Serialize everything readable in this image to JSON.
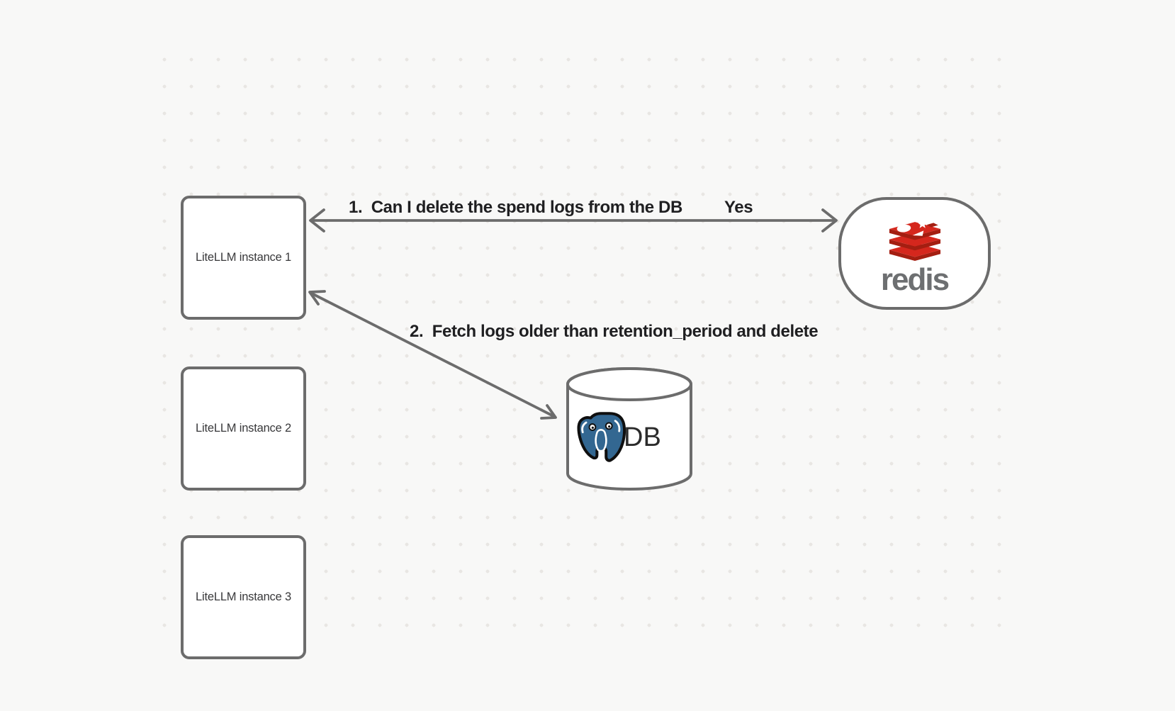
{
  "diagram": {
    "instances": [
      {
        "label": "LiteLLM instance 1"
      },
      {
        "label": "LiteLLM instance 2"
      },
      {
        "label": "LiteLLM instance 3"
      }
    ],
    "redis_label": "redis",
    "db_label": "DB",
    "arrow1_label": "1.  Can I delete the spend logs from the DB",
    "arrow1_response": "Yes",
    "arrow2_label": "2.  Fetch logs older than retention_period and delete"
  },
  "colors": {
    "background": "#f8f8f7",
    "dot": "#e8e6e3",
    "stroke_gray": "#6c6c6c",
    "node_text": "#38383a",
    "label_text": "#1f1f21",
    "redis_red": "#d5271d",
    "redis_dark_red": "#a41e11",
    "redis_wordmark": "#6d6f71",
    "postgres_blue": "#336791"
  }
}
